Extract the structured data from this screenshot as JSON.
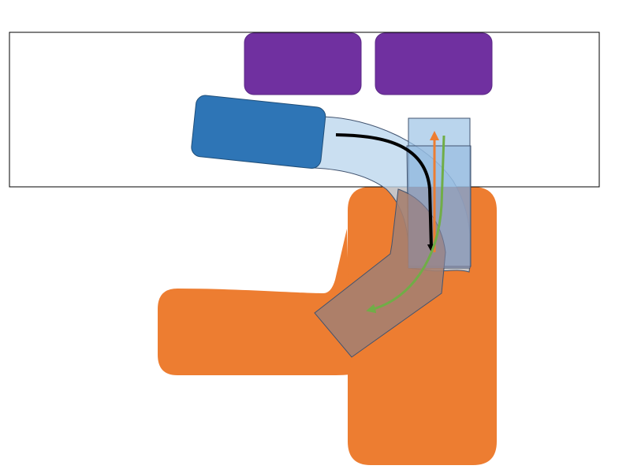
{
  "colors": {
    "background": "#ffffff",
    "frame_stroke": "#000000",
    "purple_block": "#7030a0",
    "blue_block": "#2e75b6",
    "orange_shape": "#ed7d31",
    "path_fill_light": "#bdd7ee",
    "path_fill_mid": "#9dc3e6",
    "brown_overlay": "#a57f70",
    "arrow_black": "#000000",
    "arrow_orange": "#ed7d31",
    "arrow_green": "#70ad47",
    "outline": "#41536f"
  },
  "shapes": {
    "frame": "rectangle-frame",
    "purple_blocks": [
      "purple-block",
      "purple-block"
    ],
    "blue_block": "blue-block",
    "orange_region": "orange-region",
    "swept_path": "swept-path-band",
    "arrows": [
      "black-curved-arrow",
      "orange-straight-arrow",
      "green-curved-arrow"
    ]
  }
}
